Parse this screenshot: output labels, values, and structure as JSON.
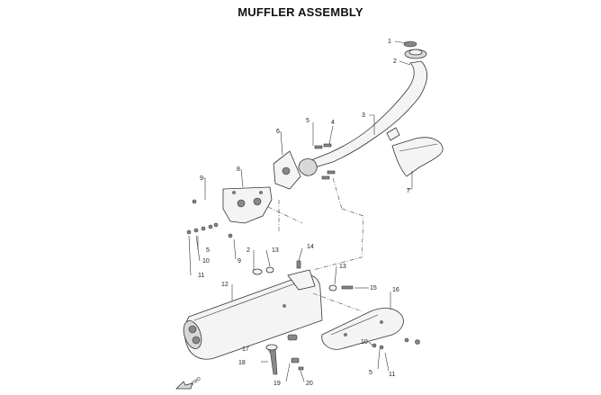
{
  "title": "MUFFLER ASSEMBLY",
  "callouts": {
    "c1": "1",
    "c2a": "2",
    "c3": "3",
    "c4": "4",
    "c5a": "5",
    "c6": "6",
    "c7": "7",
    "c8": "8",
    "c9a": "9",
    "c5b": "5",
    "c10a": "10",
    "c9b": "9",
    "c11a": "11",
    "c2b": "2",
    "c13a": "13",
    "c14": "14",
    "c13b": "13",
    "c15": "15",
    "c12": "12",
    "c16": "16",
    "c17": "17",
    "c18": "18",
    "c19": "19",
    "c20": "20",
    "c10b": "10",
    "c5c": "5",
    "c11b": "11"
  },
  "fwd_label": "FWD"
}
